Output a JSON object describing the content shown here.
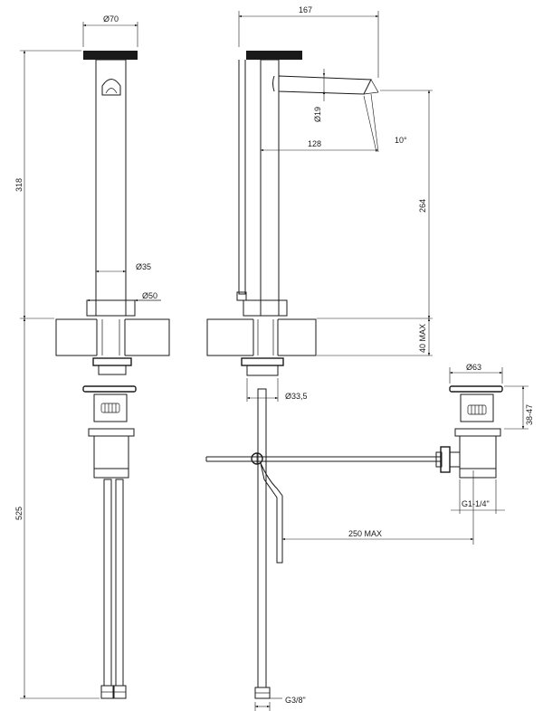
{
  "dimensions": {
    "d70": "Ø70",
    "h318": "318",
    "d35": "Ø35",
    "d50": "Ø50",
    "h525": "525",
    "w167": "167",
    "d19": "Ø19",
    "w128": "128",
    "angle10": "10°",
    "h264": "264",
    "h40max": "40 MAX",
    "d33_5": "Ø33,5",
    "d63": "Ø63",
    "h38_47": "38-47",
    "g1_1_4": "G1-1/4\"",
    "w250max": "250 MAX",
    "g3_8": "G3/8\""
  }
}
